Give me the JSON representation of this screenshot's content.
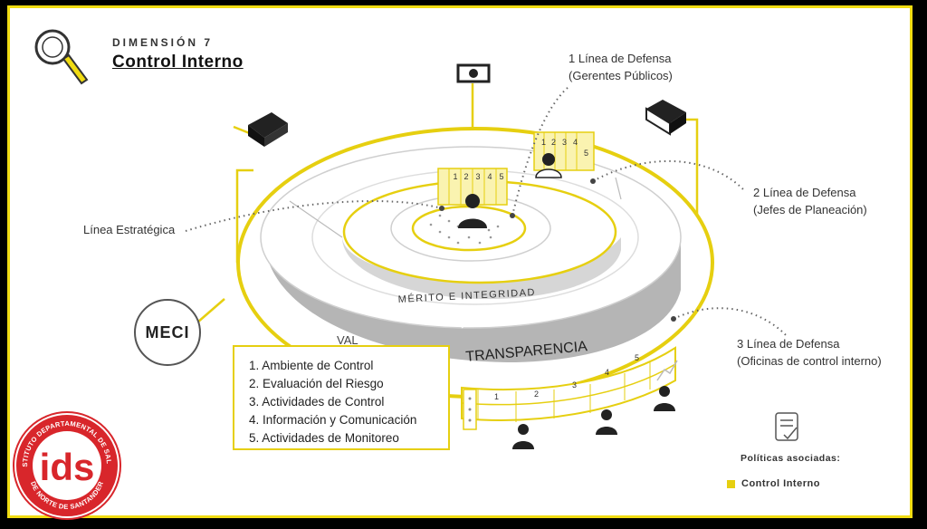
{
  "header": {
    "dimension_label": "DIMENSIÓN 7",
    "title": "Control Interno"
  },
  "callouts": {
    "line1_title": "1 Línea de Defensa",
    "line1_sub": "(Gerentes Públicos)",
    "line2_title": "2 Línea de Defensa",
    "line2_sub": "(Jefes de Planeación)",
    "line3_title": "3 Línea de Defensa",
    "line3_sub": "(Oficinas de control interno)",
    "strategic": "Línea Estratégica"
  },
  "badge": "MECI",
  "rings": {
    "inner_band": "MÉRITO  E  INTEGRIDAD",
    "outer_band": "TRANSPARENCIA",
    "outer_band_partial": "VAL"
  },
  "panel_numbers": [
    "1",
    "2",
    "3",
    "4",
    "5"
  ],
  "components": [
    "1. Ambiente de Control",
    "2. Evaluación del Riesgo",
    "3. Actividades de Control",
    "4. Información y Comunicación",
    "5. Actividades de Monitoreo"
  ],
  "policies": {
    "title": "Políticas asociadas:",
    "items": [
      "Control Interno"
    ]
  },
  "logo": {
    "ring_top": "INSTITUTO DEPARTAMENTAL DE SALUD",
    "ring_bottom": "DE NORTE DE SANTANDER",
    "monogram": "ids"
  },
  "colors": {
    "accent": "#e6cf10",
    "frame": "#f1dc12",
    "logo_red": "#d8262b",
    "band_gray": "#b5b5b5"
  }
}
